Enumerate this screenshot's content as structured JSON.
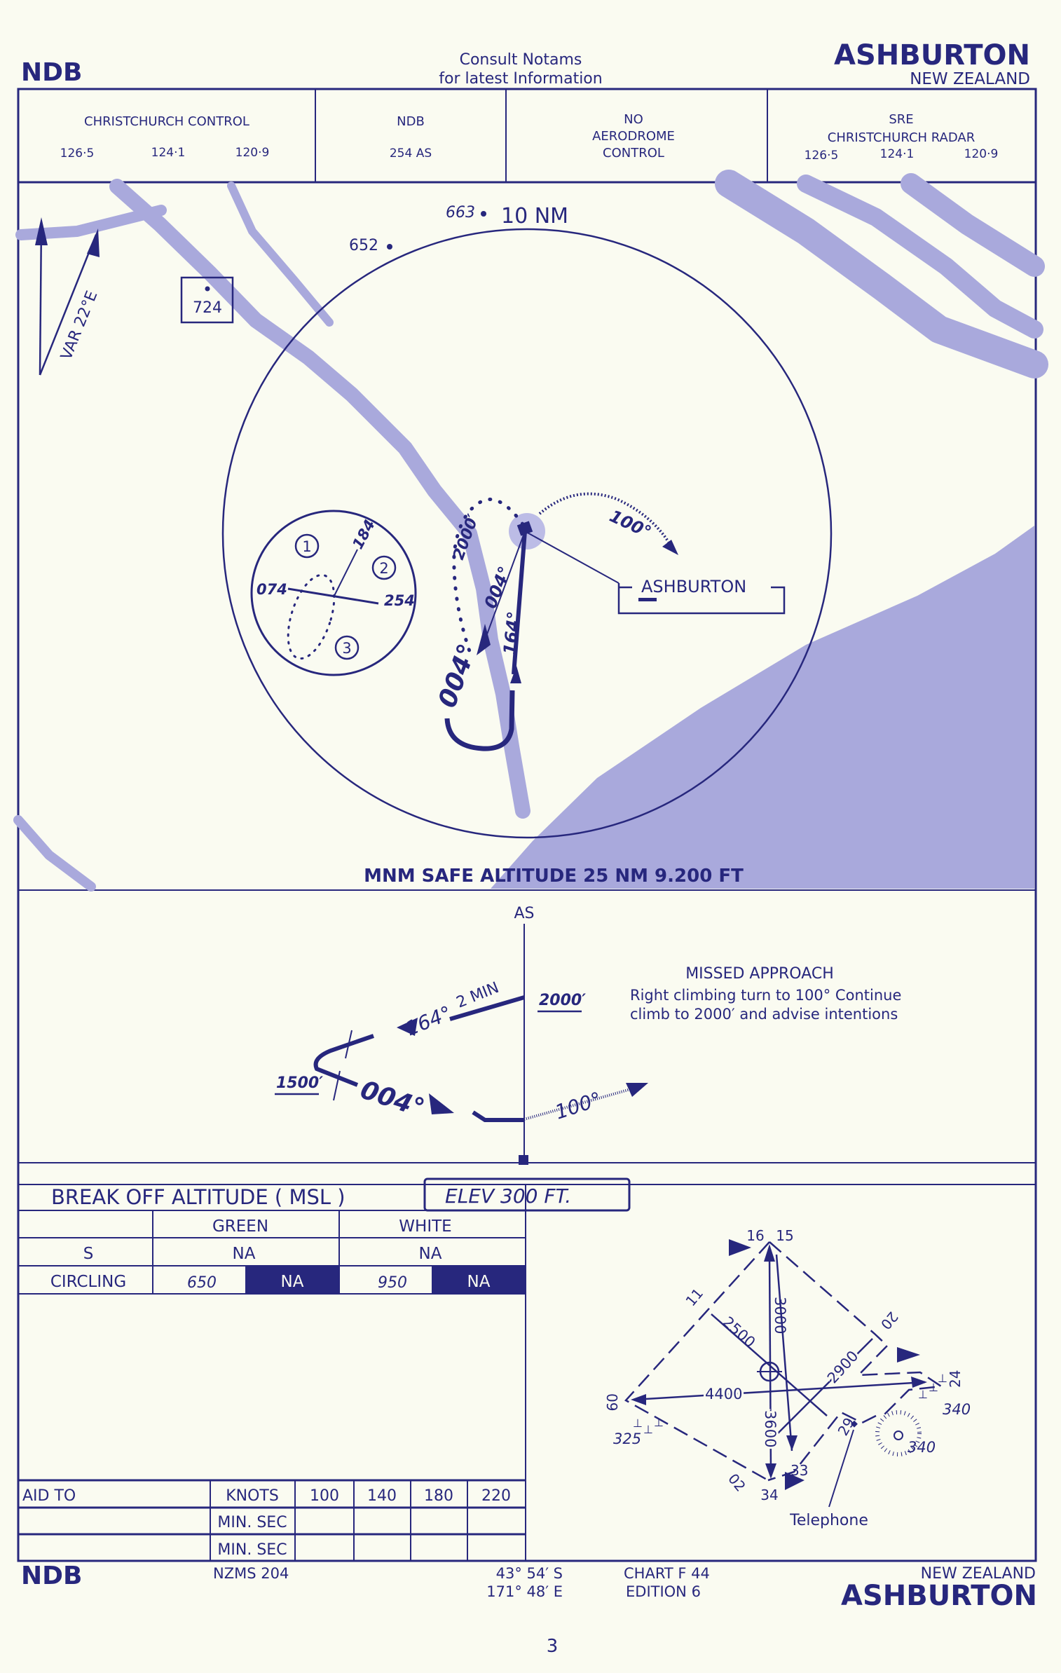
{
  "header": {
    "procedure": "NDB",
    "notice_line1": "Consult  Notams",
    "notice_line2": "for  latest  Information",
    "airport": "ASHBURTON",
    "country": "NEW ZEALAND"
  },
  "comms": {
    "control": {
      "title": "CHRISTCHURCH   CONTROL",
      "freqs": [
        "126·5",
        "124·1",
        "120·9"
      ]
    },
    "ndb": {
      "title": "NDB",
      "value": "254 AS"
    },
    "aerodrome": {
      "line1": "NO",
      "line2": "AERODROME",
      "line3": "CONTROL"
    },
    "radar": {
      "title": "SRE",
      "name": "CHRISTCHURCH  RADAR",
      "freqs": [
        "126·5",
        "124·1",
        "120·9"
      ]
    }
  },
  "plan": {
    "variation": "VAR  22°E",
    "spot_724": "724",
    "spot_652": "652",
    "spot_663": "663",
    "range_ring": "10 NM",
    "ndb_label": "ASHBURTON",
    "label_2000": "2000′",
    "label_004_thin": "004°",
    "label_004_big": "004°",
    "label_164": "164°",
    "label_100": "100°",
    "holding": {
      "n1": "1",
      "n2": "2",
      "n3": "3",
      "b074": "074",
      "b254": "254",
      "b184": "184"
    },
    "msa": "MNM SAFE ALTITUDE 25 NM 9.200 FT"
  },
  "profile": {
    "fix": "AS",
    "two_min": "2 MIN",
    "alt_2000": "2000′",
    "alt_1500": "1500′",
    "crs_164": "164°",
    "crs_004": "004°",
    "crs_100": "100°",
    "missed_title": "MISSED  APPROACH",
    "missed_line1": "Right   climbing   turn   to 100° Continue",
    "missed_line2": "climb  to  2000′ and   advise   intentions"
  },
  "minima": {
    "title": "BREAK  OFF  ALTITUDE  ( MSL )",
    "elev": "ELEV   300      FT.",
    "col_green": "GREEN",
    "col_white": "WHITE",
    "rows": [
      {
        "label": "S",
        "green": "NA",
        "white": "NA"
      },
      {
        "label": "CIRCLING",
        "green_a": "650",
        "green_b": "NA",
        "white_a": "950",
        "white_b": "NA"
      }
    ]
  },
  "timing": {
    "aid_to": "AID TO",
    "knots": "KNOTS",
    "speeds": [
      "100",
      "140",
      "180",
      "220"
    ],
    "min_sec": "MIN. SEC"
  },
  "aerodrome_diagram": {
    "rwy_16": "16",
    "rwy_15": "15",
    "rwy_11": "11",
    "rwy_20": "20",
    "rwy_24": "24",
    "rwy_09": "09",
    "rwy_29": "29",
    "rwy_02": "02",
    "rwy_33": "33",
    "rwy_34": "34",
    "len_3000": "3000",
    "len_2500": "2500",
    "len_4400": "4400",
    "len_2900": "2900",
    "len_3600": "3600",
    "obs_325": "325",
    "obs_340a": "340",
    "obs_340b": "340",
    "telephone": "Telephone"
  },
  "footer": {
    "procedure": "NDB",
    "map_ref": "NZMS  204",
    "lat": "43° 54′ S",
    "lon": "171° 48′ E",
    "chart": "CHART  F 44",
    "edition": "EDITION 6",
    "country": "NEW  ZEALAND",
    "airport": "ASHBURTON",
    "page": "3"
  },
  "colors": {
    "ink": "#27277d",
    "shade": "#a9a9dc",
    "paper": "#fafbf1"
  }
}
